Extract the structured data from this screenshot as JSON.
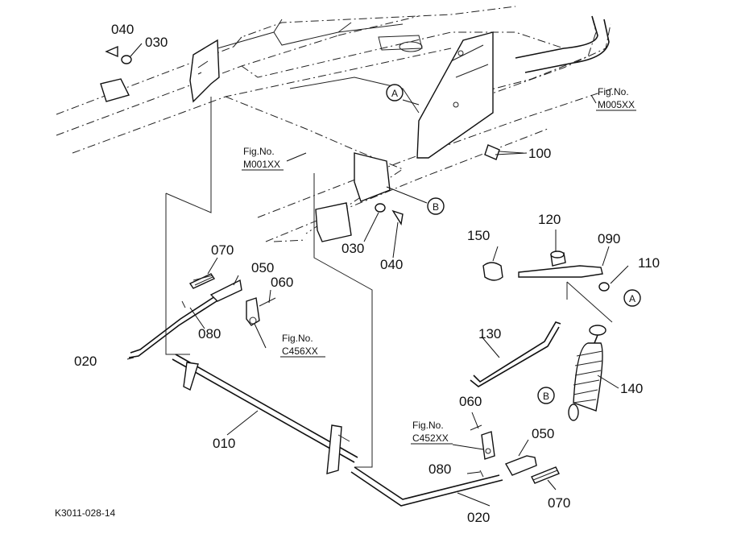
{
  "parts": {
    "p040_top": "040",
    "p030_top": "030",
    "p100": "100",
    "p030_mid": "030",
    "p040_mid": "040",
    "p150": "150",
    "p120": "120",
    "p090": "090",
    "p110": "110",
    "p070_top": "070",
    "p050_top": "050",
    "p060_top": "060",
    "p080_top": "080",
    "p020_left": "020",
    "p010": "010",
    "p130": "130",
    "p140": "140",
    "p060_bot": "060",
    "p050_bot": "050",
    "p080_bot": "080",
    "p020_bot": "020",
    "p070_bot": "070"
  },
  "callouts": {
    "a_top": "A",
    "b_top": "B",
    "a_right": "A",
    "b_right": "B"
  },
  "refs": {
    "m005_label": "Fig.No.",
    "m005_code": "M005XX",
    "m001_label": "Fig.No.",
    "m001_code": "M001XX",
    "c456_label": "Fig.No.",
    "c456_code": "C456XX",
    "c452_label": "Fig.No.",
    "c452_code": "C452XX"
  },
  "drawing_id": "K3011-028-14"
}
